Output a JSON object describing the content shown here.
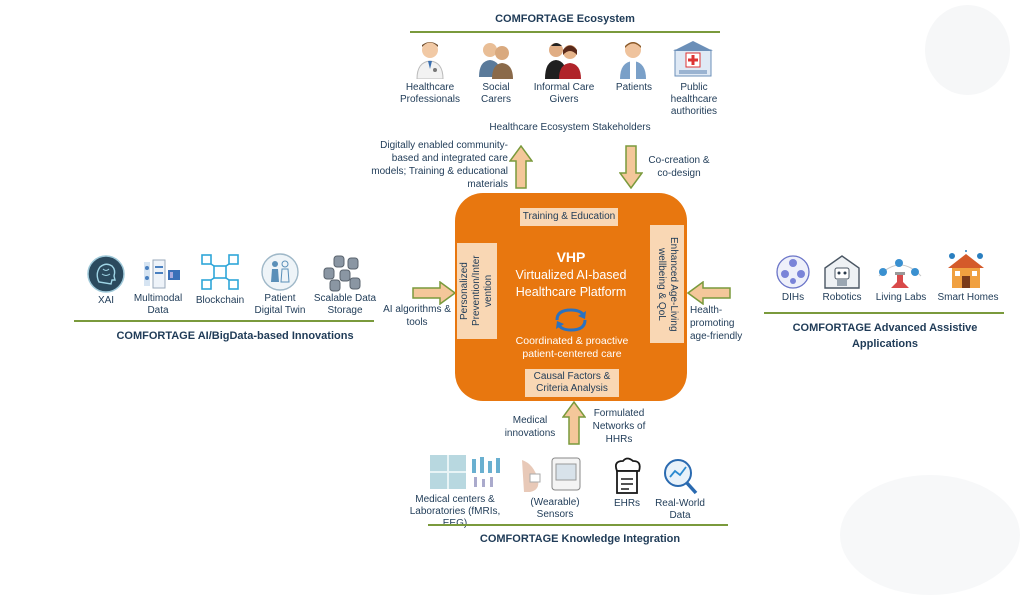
{
  "ecosystem": {
    "title": "COMFORTAGE Ecosystem",
    "items": [
      {
        "label": "Healthcare Professionals",
        "icon": "doctor-icon"
      },
      {
        "label": "Social Carers",
        "icon": "carers-icon"
      },
      {
        "label": "Informal Care Givers",
        "icon": "caregivers-icon"
      },
      {
        "label": "Patients",
        "icon": "patient-icon"
      },
      {
        "label": "Public healthcare authorities",
        "icon": "hospital-icon"
      }
    ],
    "subtitle": "Healthcare Ecosystem Stakeholders"
  },
  "top_arrows": {
    "left_text": "Digitally enabled community-based and integrated care models; Training & educational materials",
    "right_text": "Co-creation & co-design"
  },
  "ai_innovations": {
    "title": "COMFORTAGE AI/BigData-based Innovations",
    "items": [
      {
        "label": "XAI",
        "icon": "brain-icon"
      },
      {
        "label": "Multimodal Data",
        "icon": "multimodal-icon"
      },
      {
        "label": "Blockchain",
        "icon": "blockchain-icon"
      },
      {
        "label": "Patient Digital Twin",
        "icon": "digital-twin-icon"
      },
      {
        "label": "Scalable Data Storage",
        "icon": "database-icon"
      }
    ],
    "arrow_text": "AI algorithms & tools"
  },
  "assistive": {
    "title": "COMFORTAGE Advanced Assistive Applications",
    "items": [
      {
        "label": "DIHs",
        "icon": "network-icon"
      },
      {
        "label": "Robotics",
        "icon": "robot-icon"
      },
      {
        "label": "Living Labs",
        "icon": "lab-icon"
      },
      {
        "label": "Smart Homes",
        "icon": "smart-home-icon"
      }
    ],
    "arrow_text": "Health-promoting age-friendly"
  },
  "knowledge": {
    "title": "COMFORTAGE Knowledge Integration",
    "items": [
      {
        "label": "Medical centers & Laboratories (fMRIs, EEG)",
        "icon": "lab-equipment-icon"
      },
      {
        "label": "(Wearable) Sensors",
        "icon": "wearable-icon"
      },
      {
        "label": "EHRs",
        "icon": "ehr-icon"
      },
      {
        "label": "Real-World Data",
        "icon": "search-data-icon"
      }
    ],
    "arrow_left_text": "Medical innovations",
    "arrow_right_text": "Formulated Networks of HHRs"
  },
  "vhp": {
    "title": "VHP",
    "subtitle": "Virtualized AI-based Healthcare Platform",
    "tagline": "Coordinated & proactive patient-centered care",
    "top_box": "Training & Education",
    "bottom_box": "Causal Factors & Criteria Analysis",
    "left_box": "Personalized Prevention/Inter vention",
    "right_box": "Enhanced Age-Living wellbeing & QoL"
  },
  "colors": {
    "orange": "#e8770f",
    "box": "#f9d7b4",
    "rule": "#7a9a3c",
    "arrow_fill": "#f4c79a",
    "arrow_stroke": "#7a9a3c",
    "text": "#1f3b57"
  }
}
